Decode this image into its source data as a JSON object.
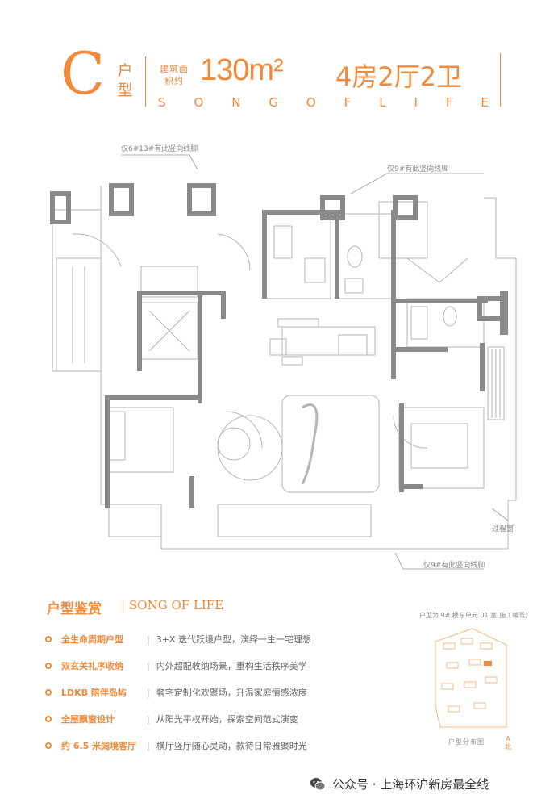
{
  "header": {
    "letter": "C",
    "type_label": "户型",
    "area_label": "建筑面积约",
    "area_value": "130m²",
    "rooms": "4房2厅2卫",
    "song_words": [
      "S",
      "O",
      "N",
      "G",
      "O",
      "F",
      "L",
      "I",
      "F",
      "E"
    ]
  },
  "plan": {
    "note_top_left": "仅6#13#有此竖向线脚",
    "note_top_right": "仅9#有此竖向线脚",
    "note_bottom": "仅9#有此竖向线脚",
    "note_window": "过程窗"
  },
  "section": {
    "title": "户型鉴赏",
    "subtitle": "SONG OF LIFE",
    "unit_note": "户型为 9# 楼东单元 01 室(施工编号)"
  },
  "features": [
    {
      "title": "全生命周期户型",
      "desc": "3+X 迭代跃境户型，演绎一生一宅理想"
    },
    {
      "title": "双玄关礼序收纳",
      "desc": "内外超配收纳场景，重构生活秩序美学"
    },
    {
      "title": "LDKB 陪伴岛屿",
      "desc": "奢宅定制化欢聚场，升温家庭情感浓度"
    },
    {
      "title": "全屋飘窗设计",
      "desc": "从阳光平权开始，探索空间范式演变"
    },
    {
      "title": "约 6.5 米阔境客厅",
      "desc": "横厅竖厅随心灵动，款待日常雅聚时光"
    }
  ],
  "mini_map": {
    "caption": "户型分布图",
    "north_letter": "A",
    "north_label": "北"
  },
  "footer": {
    "text": "公众号 · 上海环沪新房最全线"
  },
  "colors": {
    "accent": "#f08a3c",
    "wall": "#8a8a8a",
    "line": "#b5b5b5"
  }
}
